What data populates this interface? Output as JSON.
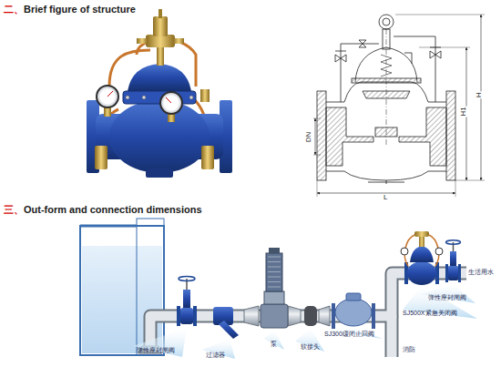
{
  "diagram": {
    "labels": [
      "二、",
      "Brief figure of structure",
      "H1",
      "H",
      "DN",
      "L",
      "三、",
      "Out-form and connection dimensions",
      "弹性座封闸阀",
      "过滤器",
      "泵",
      "软接头",
      "SJ300缓闭止回阀",
      "弹性座封闸阀",
      "SJ500X紧急关闭阀",
      "生活用水",
      "消防"
    ]
  }
}
